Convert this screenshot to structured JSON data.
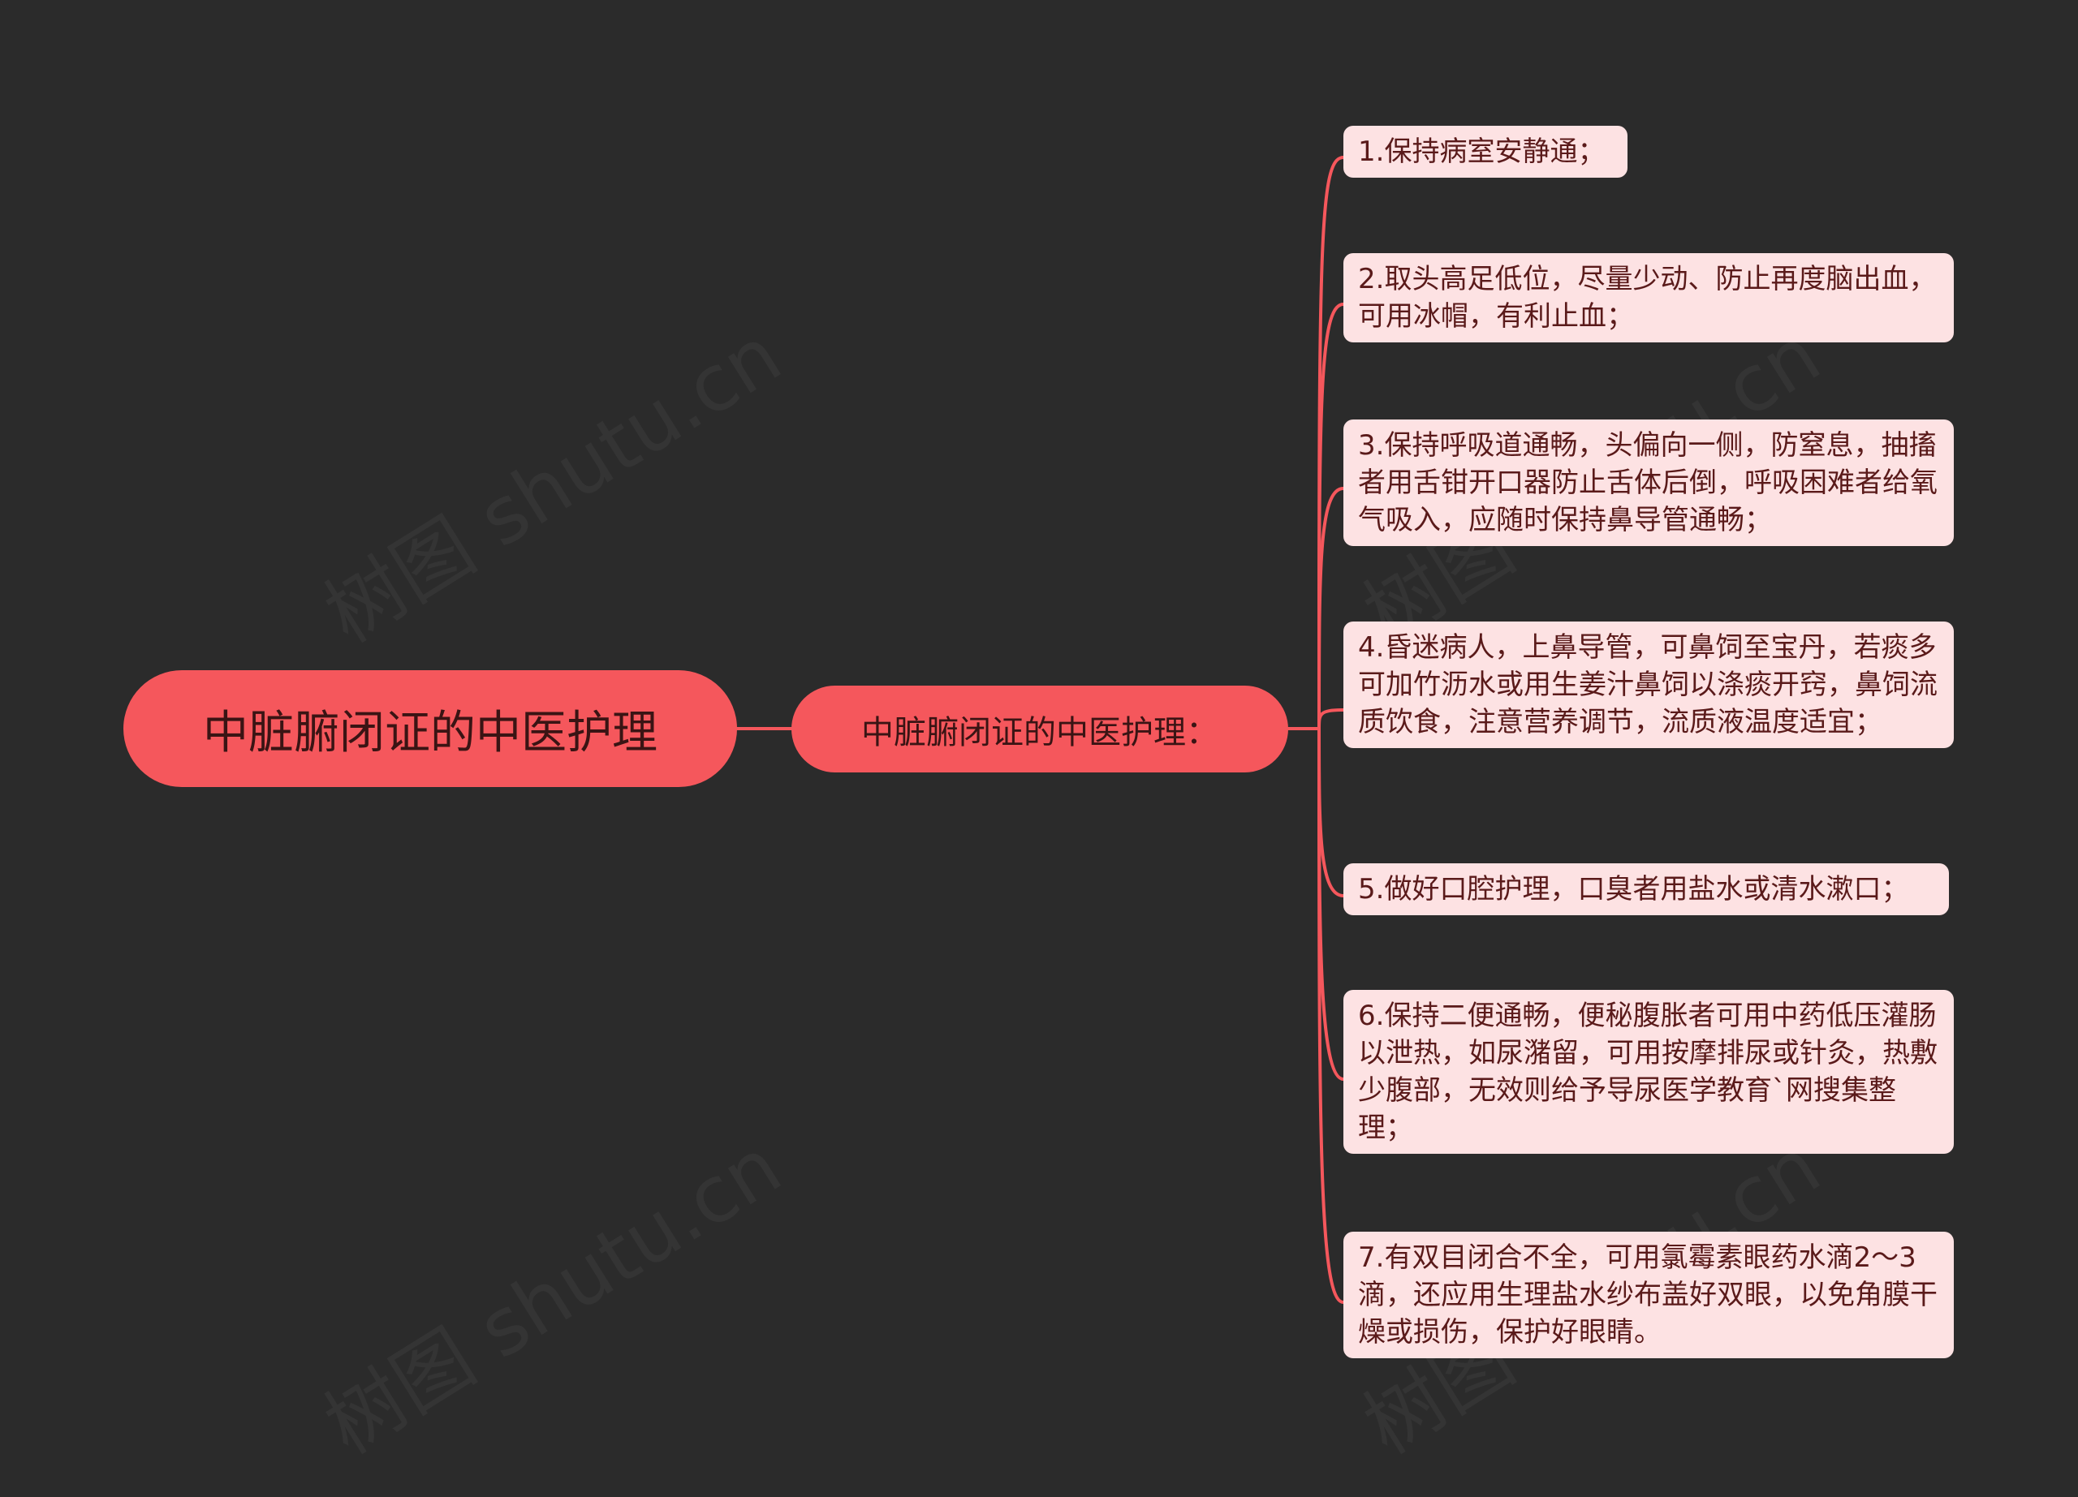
{
  "root": {
    "label": "中脏腑闭证的中医护理"
  },
  "branch": {
    "label": "中脏腑闭证的中医护理："
  },
  "leaves": [
    {
      "text": "1.保持病室安静通；"
    },
    {
      "text": "2.取头高足低位，尽量少动、防止再度脑出血，可用冰帽，有利止血；"
    },
    {
      "text": "3.保持呼吸道通畅，头偏向一侧，防窒息，抽搐者用舌钳开口器防止舌体后倒，呼吸困难者给氧气吸入，应随时保持鼻导管通畅；"
    },
    {
      "text": "4.昏迷病人，上鼻导管，可鼻饲至宝丹，若痰多可加竹沥水或用生姜汁鼻饲以涤痰开窍，鼻饲流质饮食，注意营养调节，流质液温度适宜；"
    },
    {
      "text": "5.做好口腔护理，口臭者用盐水或清水漱口；"
    },
    {
      "text": "6.保持二便通畅，便秘腹胀者可用中药低压灌肠以泄热，如尿潴留，可用按摩排尿或针灸，热敷少腹部，无效则给予导尿医学教育`网搜集整理；"
    },
    {
      "text": "7.有双目闭合不全，可用氯霉素眼药水滴2～3滴，还应用生理盐水纱布盖好双眼，以免角膜干燥或损伤，保护好眼睛。"
    }
  ],
  "watermarks": [
    {
      "text": "树图 shutu.cn"
    },
    {
      "text": "树图 shutu.cn"
    },
    {
      "text": "树图 shutu.cn"
    },
    {
      "text": "树图 shutu.cn"
    }
  ],
  "colors": {
    "background": "#2b2b2b",
    "node_fill": "#f5575c",
    "leaf_fill": "#fde2e3",
    "connector": "#f5575c",
    "text_dark": "#3a1414"
  }
}
